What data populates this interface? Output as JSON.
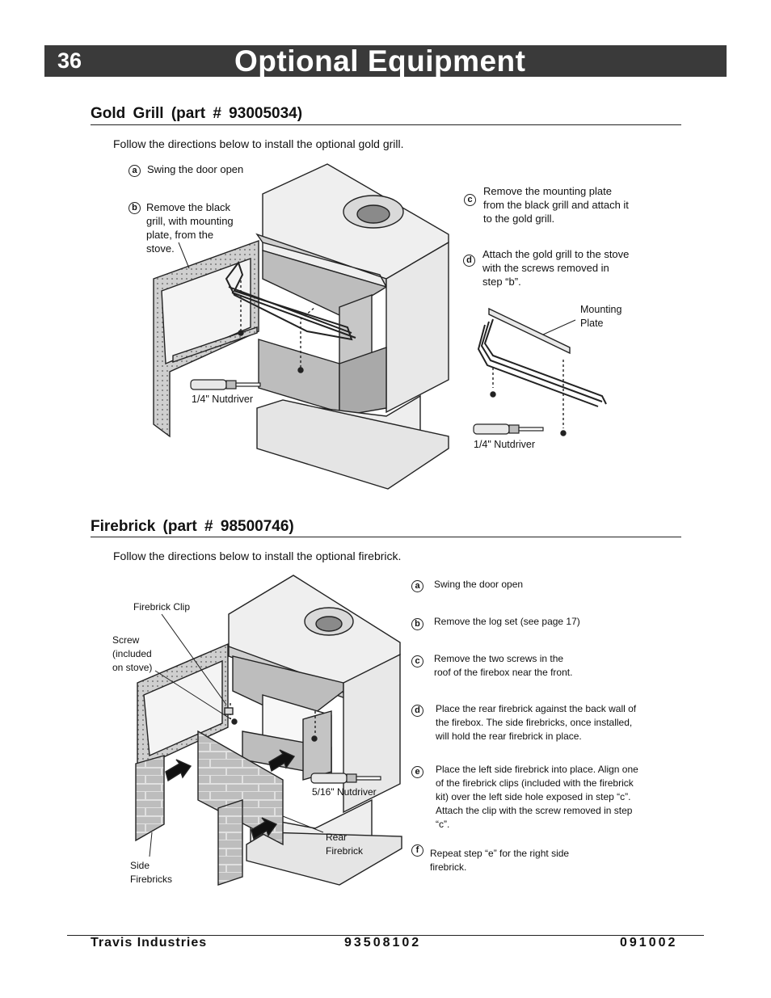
{
  "header": {
    "page_number": "36",
    "title": "Optional Equipment"
  },
  "gold_grill": {
    "title": "Gold Grill   (part # 93005034)",
    "intro": "Follow the directions below to install the optional gold grill.",
    "steps": [
      {
        "letter": "a",
        "lines": [
          "Swing the door open"
        ]
      },
      {
        "letter": "b",
        "lines": [
          "Remove the black",
          "grill, with mounting",
          "plate, from the",
          "stove."
        ]
      },
      {
        "letter": "c",
        "lines": [
          "Remove the mounting plate",
          "from the black grill and attach it",
          "to the gold grill."
        ]
      },
      {
        "letter": "d",
        "lines": [
          "Attach the gold grill to the stove",
          "with the screws removed in",
          "step “b”."
        ]
      }
    ],
    "callouts": {
      "nutdriver_left": "1/4\" Nutdriver",
      "nutdriver_right": "1/4\" Nutdriver",
      "mounting_plate": [
        "Mounting",
        "Plate"
      ]
    }
  },
  "firebrick": {
    "title": "Firebrick  (part # 98500746)",
    "intro": "Follow the directions below to install the optional firebrick.",
    "steps": [
      {
        "letter": "a",
        "lines": [
          "Swing the door open"
        ]
      },
      {
        "letter": "b",
        "lines": [
          "Remove the log set (see page 17)"
        ]
      },
      {
        "letter": "c",
        "lines": [
          "Remove the two screws in the",
          "roof of the firebox near the front."
        ]
      },
      {
        "letter": "d",
        "lines": [
          "Place the rear firebrick against the back wall of",
          "the firebox.  The side firebricks, once installed,",
          "will hold the rear firebrick in place."
        ]
      },
      {
        "letter": "e",
        "lines": [
          "Place the left side firebrick into place.  Align one",
          "of the firebrick clips (included with the firebrick",
          "kit) over the left side hole exposed in step “c”.",
          "Attach the clip with the screw removed in step",
          "“c”."
        ]
      },
      {
        "letter": "f",
        "lines": [
          "Repeat step “e” for the right side",
          "firebrick."
        ]
      }
    ],
    "callouts": {
      "firebrick_clip": "Firebrick Clip",
      "screw": [
        "Screw",
        "(included",
        "on stove)"
      ],
      "nutdriver": "5/16\" Nutdriver",
      "rear_firebrick": [
        "Rear",
        "Firebrick"
      ],
      "side_firebricks": [
        "Side",
        "Firebricks"
      ]
    }
  },
  "footer": {
    "company": "Travis  Industries",
    "part_number": "93508102",
    "date": "091002"
  }
}
